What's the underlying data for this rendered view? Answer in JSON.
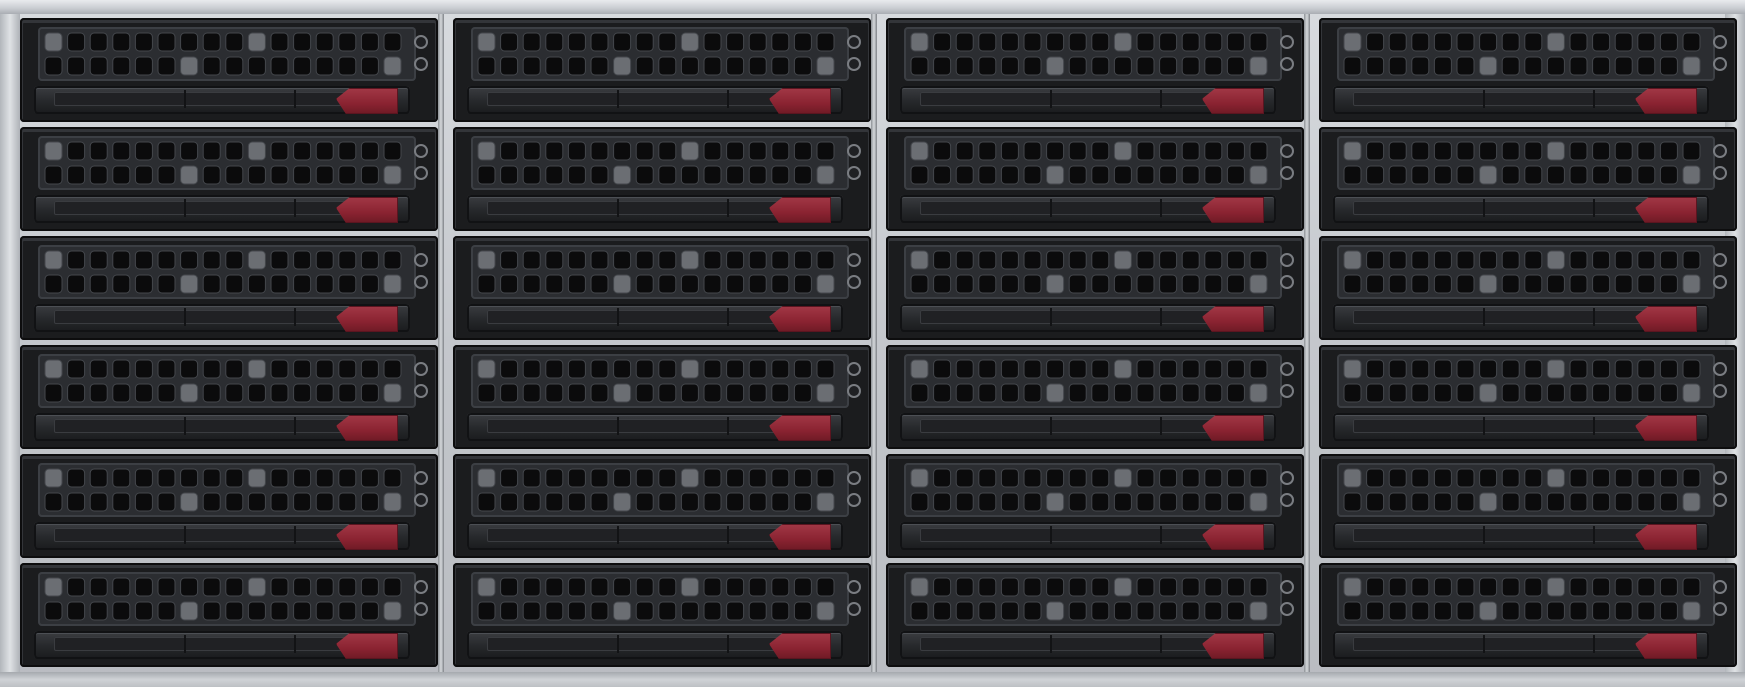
{
  "enclosure": {
    "kind": "storage-server-front-panel",
    "columns": 4,
    "rows": 6,
    "bay_count": 24,
    "colors": {
      "chassis": "#c6c9cd",
      "tray": "#1b1c1e",
      "grille": "#2b2d31",
      "latch": "#8a2331"
    }
  }
}
